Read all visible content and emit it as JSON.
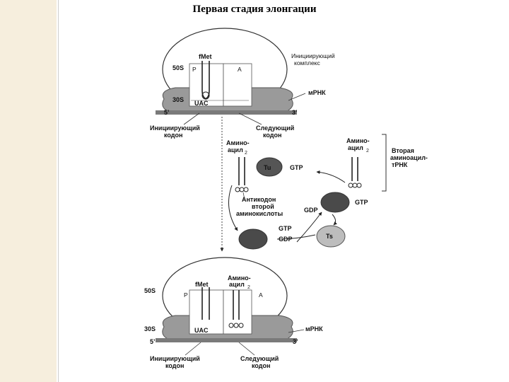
{
  "title": "Первая стадия элонгации",
  "top_complex": {
    "subunit_large": "50S",
    "subunit_small": "30S",
    "site_p": "P",
    "site_a": "A",
    "trna_label": "fMet",
    "anticodon": "UAC",
    "end_5": "5’",
    "end_3": "3’",
    "label_initiating_complex_l1": "Инициирующий",
    "label_initiating_complex_l2": "комплекс",
    "label_mrna": "мРНК",
    "label_init_codon_l1": "Инициирующий",
    "label_init_codon_l2": "кодон",
    "label_next_codon_l1": "Следующий",
    "label_next_codon_l2": "кодон"
  },
  "cycle": {
    "aa2_left_l1": "Амино-",
    "aa2_left_l2": "ацил",
    "aa2_right_l1": "Амино-",
    "aa2_right_l2": "ацил",
    "subscript_2": "2",
    "tu": "Tu",
    "ts": "Ts",
    "gtp": "GTP",
    "gdp": "GDP",
    "bracket_l1": "Вторая",
    "bracket_l2": "аминоацил-",
    "bracket_l3": "тРНК",
    "anticodon_l1": "Антикодон",
    "anticodon_l2": "второй",
    "anticodon_l3": "аминокислоты"
  },
  "bottom_complex": {
    "subunit_large": "50S",
    "subunit_small": "30S",
    "site_p": "P",
    "site_a": "A",
    "trna_label": "fMet",
    "aa2_l1": "Амино-",
    "aa2_l2": "ацил",
    "anticodon": "UAC",
    "end_5": "5’",
    "end_3": "3’",
    "label_mrna": "мРНК",
    "label_init_codon_l1": "Инициирующий",
    "label_init_codon_l2": "кодон",
    "label_next_codon_l1": "Следующий",
    "label_next_codon_l2": "кодон"
  }
}
